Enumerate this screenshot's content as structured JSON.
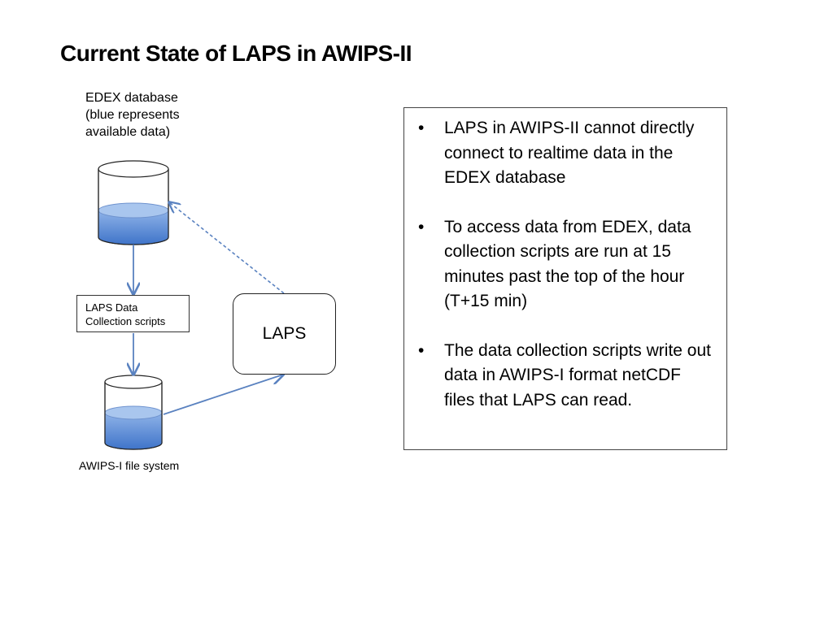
{
  "slide": {
    "title": "Current State of LAPS in AWIPS-II"
  },
  "diagram": {
    "edex_caption_lines": [
      "EDEX database",
      "(blue represents",
      "available data)"
    ],
    "scripts_box_lines": [
      "LAPS Data",
      "Collection scripts"
    ],
    "laps_label": "LAPS",
    "filesystem_caption": "AWIPS-I file system"
  },
  "notes": {
    "bullet_symbol": "•",
    "items": [
      "LAPS in AWIPS-II cannot directly connect to realtime data in the EDEX database",
      "To access data from EDEX, data collection scripts are run at 15 minutes past the top of the hour (T+15 min)",
      "The data collection scripts write out data in AWIPS-I format netCDF files that LAPS can read."
    ]
  },
  "colors": {
    "data_fill": "#5b8ed6",
    "data_fill_top": "#a9c6ee",
    "arrow": "#5a82c0",
    "outline": "#222222"
  }
}
